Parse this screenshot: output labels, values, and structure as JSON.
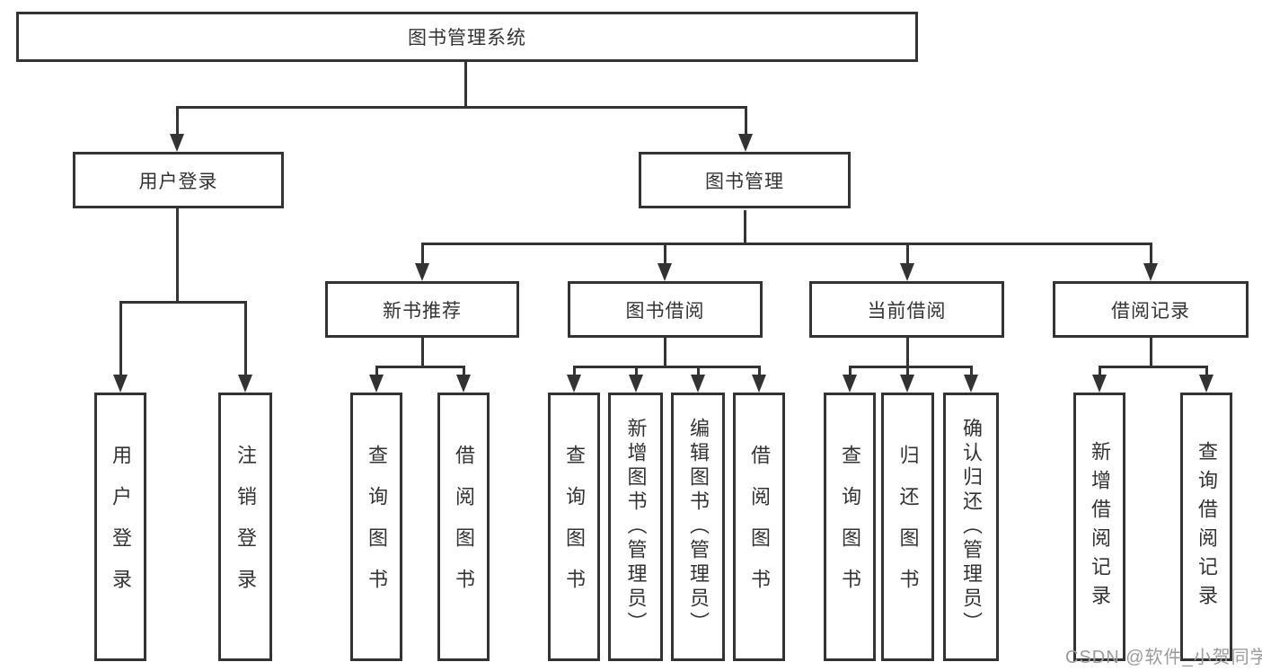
{
  "title": "图书管理系统",
  "tree": {
    "label": "图书管理系统",
    "children": [
      {
        "label": "用户登录",
        "children": [
          {
            "label": "用户登录"
          },
          {
            "label": "注销登录"
          }
        ]
      },
      {
        "label": "图书管理",
        "children": [
          {
            "label": "新书推荐",
            "children": [
              {
                "label": "查询图书"
              },
              {
                "label": "借阅图书"
              }
            ]
          },
          {
            "label": "图书借阅",
            "children": [
              {
                "label": "查询图书"
              },
              {
                "label": "新增图书（管理员）"
              },
              {
                "label": "编辑图书（管理员）"
              },
              {
                "label": "借阅图书"
              }
            ]
          },
          {
            "label": "当前借阅",
            "children": [
              {
                "label": "查询图书"
              },
              {
                "label": "归还图书"
              },
              {
                "label": "确认归还（管理员）"
              }
            ]
          },
          {
            "label": "借阅记录",
            "children": [
              {
                "label": "新增借阅记录"
              },
              {
                "label": "查询借阅记录"
              }
            ]
          }
        ]
      }
    ]
  },
  "watermark": "CSDN @软件_小贺同学",
  "colors": {
    "line": "#333333",
    "text": "#333333",
    "watermark": "#9b9b9b",
    "background": "#ffffff"
  }
}
